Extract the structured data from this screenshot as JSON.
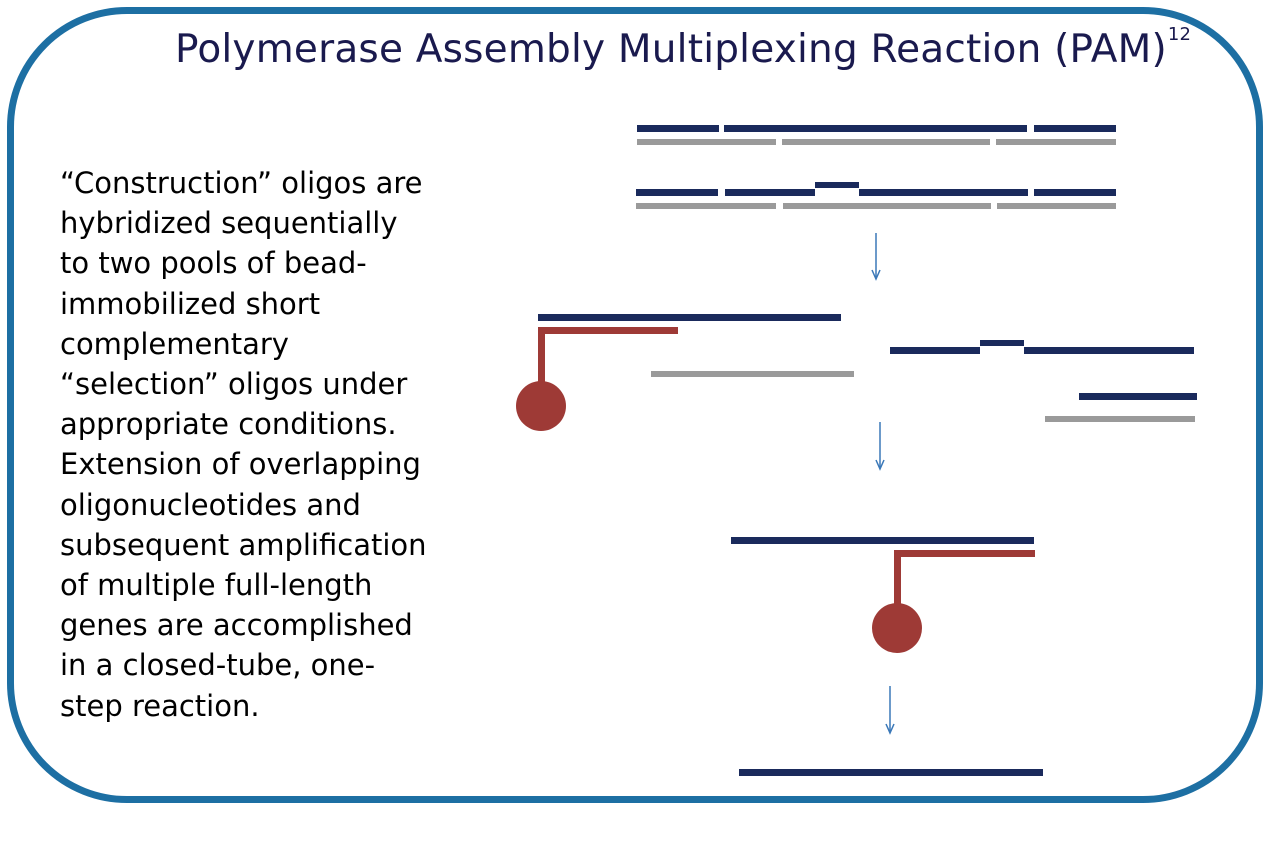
{
  "title": {
    "text": "Polymerase Assembly Multiplexing Reaction (PAM)",
    "superscript": "12"
  },
  "description_lines": [
    "“Construction” oligos are",
    "hybridized sequentially",
    "to two pools of bead-",
    "immobilized short",
    "complementary",
    "“selection” oligos under",
    "appropriate conditions.",
    "Extension of overlapping",
    "oligonucleotides and",
    "subsequent amplification",
    "of multiple full-length",
    "genes are accomplished",
    "in a closed-tube, one-",
    "step reaction."
  ],
  "colors": {
    "frame": "#1d6fa3",
    "title": "#1a1a4e",
    "construction_oligo": "#1a2a5c",
    "selection_oligo": "#9a9a9a",
    "bead": "#9e3a36",
    "arrow": "#3a78b8"
  }
}
